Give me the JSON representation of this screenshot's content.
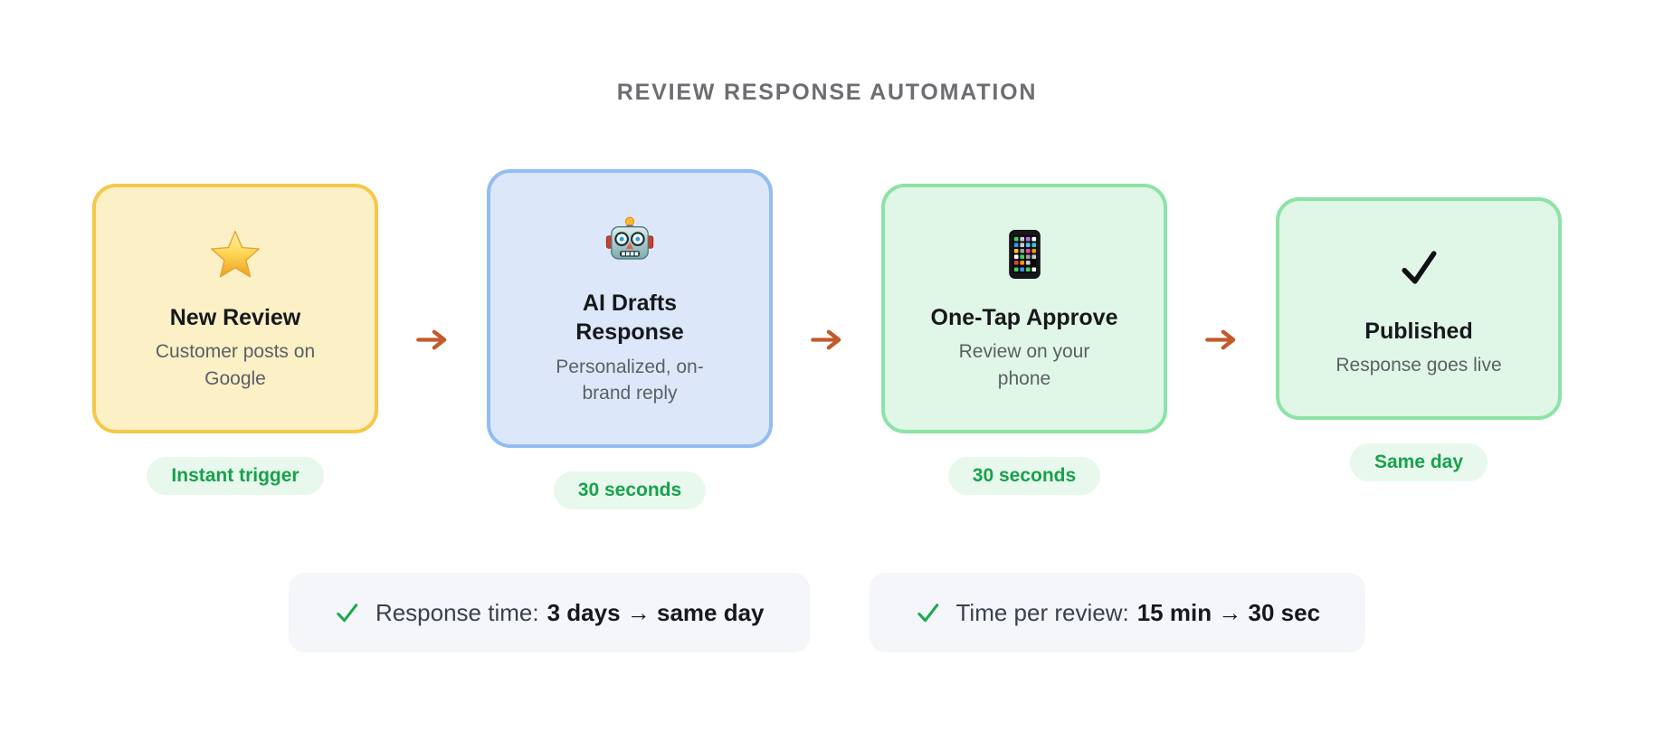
{
  "header": {
    "title": "REVIEW RESPONSE AUTOMATION"
  },
  "steps": [
    {
      "icon": "star-icon",
      "title": "New Review",
      "description": "Customer posts on\nGoogle",
      "badge": "Instant trigger",
      "colors": {
        "bg": "#FBF0C6",
        "border": "#F4C84A"
      }
    },
    {
      "icon": "robot-icon",
      "title": "AI Drafts\nResponse",
      "description": "Personalized, on-\nbrand reply",
      "badge": "30 seconds",
      "colors": {
        "bg": "#DCE8FA",
        "border": "#92BDF0"
      }
    },
    {
      "icon": "phone-icon",
      "title": "One-Tap Approve",
      "description": "Review on your\nphone",
      "badge": "30 seconds",
      "colors": {
        "bg": "#E0F7E8",
        "border": "#8CE3A6"
      }
    },
    {
      "icon": "check-icon",
      "title": "Published",
      "description": "Response goes live",
      "badge": "Same day",
      "colors": {
        "bg": "#E0F7E8",
        "border": "#8CE3A6"
      }
    }
  ],
  "connector": {
    "icon": "arrow-right-icon",
    "glyph": "→",
    "color": "#C25B2B"
  },
  "badge_colors": {
    "bg": "#E8F8ED",
    "text": "#17A24B"
  },
  "metrics": [
    {
      "icon": "check-icon",
      "label": "Response time:",
      "value": "3 days → same day"
    },
    {
      "icon": "check-icon",
      "label": "Time per review:",
      "value": "15 min → 30 sec"
    }
  ]
}
